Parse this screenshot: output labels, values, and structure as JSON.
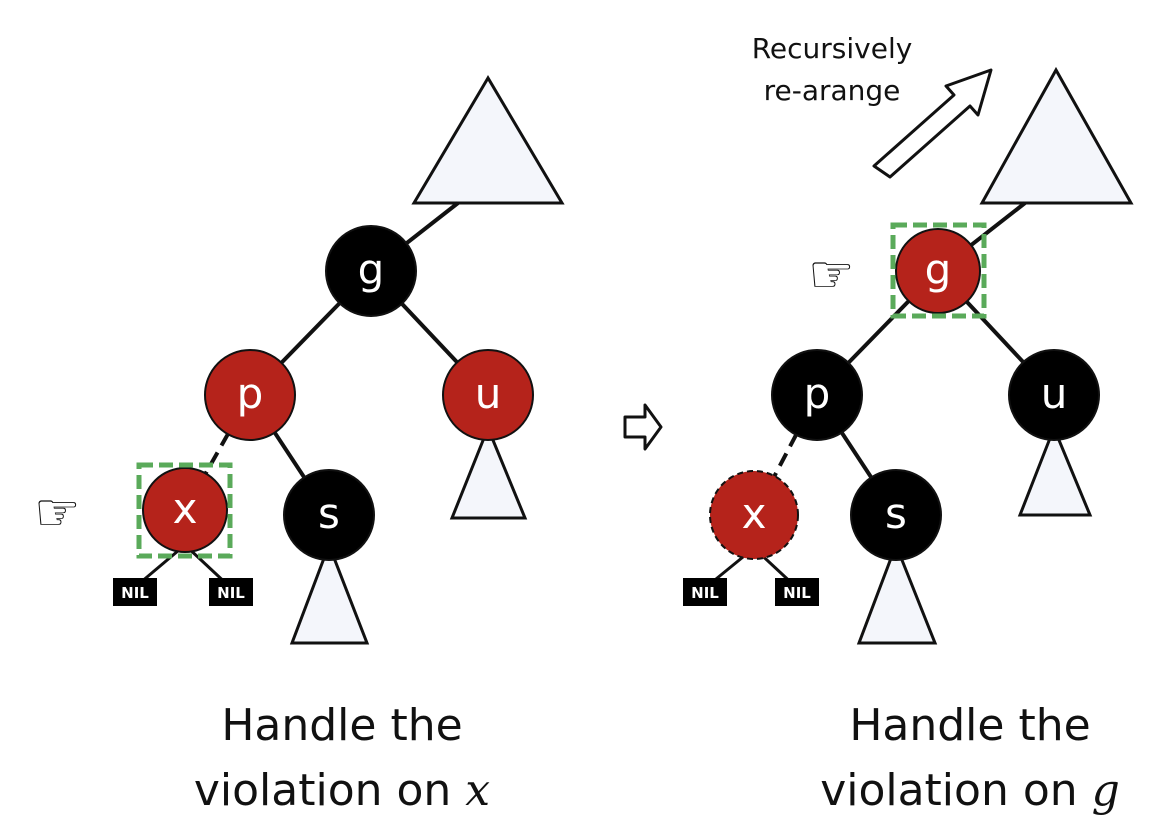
{
  "colors": {
    "red_node": "#b5231b",
    "black_node": "#000000",
    "highlight": "#5aaa5a",
    "subtree_fill": "#f4f6fb"
  },
  "left_panel": {
    "nodes": {
      "g": "g",
      "p": "p",
      "u": "u",
      "x": "x",
      "s": "s"
    },
    "nil_left": "NIL",
    "nil_right": "NIL",
    "caption_line1": "Handle the",
    "caption_line2": "violation on ",
    "caption_var": "x",
    "pointer_icon": "pointing-hand-icon"
  },
  "transition_arrow_icon": "hollow-right-arrow-icon",
  "right_panel": {
    "nodes": {
      "g": "g",
      "p": "p",
      "u": "u",
      "x": "x",
      "s": "s"
    },
    "nil_left": "NIL",
    "nil_right": "NIL",
    "recurse_line1": "Recursively",
    "recurse_line2": "re-arange",
    "caption_line1": "Handle the",
    "caption_line2": "violation on ",
    "caption_var": "g",
    "pointer_icon": "pointing-hand-icon"
  }
}
